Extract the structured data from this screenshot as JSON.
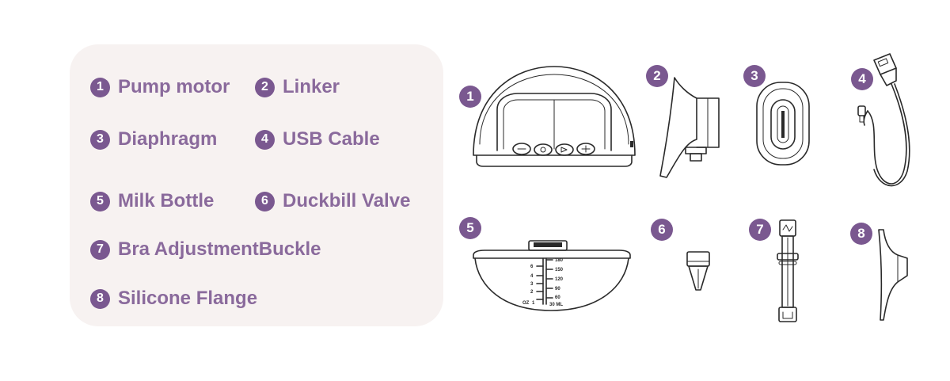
{
  "legend": [
    {
      "num": "1",
      "label": "Pump motor"
    },
    {
      "num": "2",
      "label": "Linker"
    },
    {
      "num": "3",
      "label": "Diaphragm"
    },
    {
      "num": "4",
      "label": "USB Cable"
    },
    {
      "num": "5",
      "label": "Milk Bottle"
    },
    {
      "num": "6",
      "label": "Duckbill Valve"
    },
    {
      "num": "7",
      "label": "Bra AdjustmentBuckle"
    },
    {
      "num": "8",
      "label": "Silicone Flange"
    }
  ],
  "part_badges": [
    "1",
    "2",
    "3",
    "4",
    "5",
    "6",
    "7",
    "8"
  ],
  "bottle_scale": {
    "oz": [
      "6",
      "4",
      "3",
      "2",
      "1",
      "OZ"
    ],
    "ml": [
      "180",
      "150",
      "120",
      "90",
      "60",
      "30 ML"
    ]
  },
  "colors": {
    "badge": "#7a5890",
    "text": "#8a6a9c",
    "panel": "#f7f2f1"
  }
}
